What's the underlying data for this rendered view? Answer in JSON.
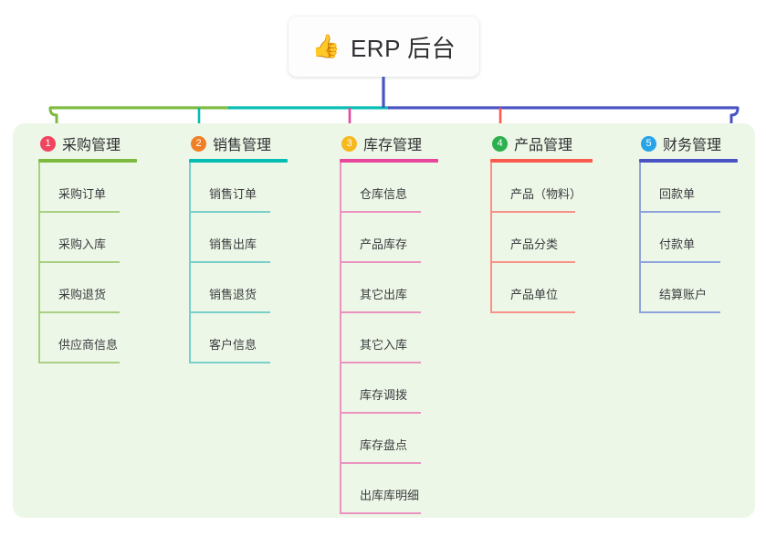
{
  "diagram": {
    "type": "mindmap",
    "root": {
      "icon": "thumbs-up-icon",
      "emoji": "👍",
      "label": "ERP 后台"
    },
    "panel_color": "#edf7e7",
    "bus_segments": [
      {
        "name": "green-segment",
        "color": "#7cbb3f"
      },
      {
        "name": "teal-segment",
        "color": "#05bdb2"
      },
      {
        "name": "blue-segment",
        "color": "#4a53c4"
      }
    ],
    "branches": [
      {
        "index": "1",
        "badge_color": "#f0445f",
        "rule_color": "#7cbb3f",
        "item_color": "#a8cf82",
        "drop_color": "#7cbb3f",
        "title": "采购管理",
        "items": [
          "采购订单",
          "采购入库",
          "采购退货",
          "供应商信息"
        ]
      },
      {
        "index": "2",
        "badge_color": "#f08026",
        "rule_color": "#05bdb2",
        "item_color": "#79cfc9",
        "drop_color": "#05bdb2",
        "title": "销售管理",
        "items": [
          "销售订单",
          "销售出库",
          "销售退货",
          "客户信息"
        ]
      },
      {
        "index": "3",
        "badge_color": "#f5b81f",
        "rule_color": "#e8469d",
        "item_color": "#eb93c0",
        "drop_color": "#e8469d",
        "title": "库存管理",
        "items": [
          "仓库信息",
          "产品库存",
          "其它出库",
          "其它入库",
          "库存调拨",
          "库存盘点",
          "出库库明细"
        ]
      },
      {
        "index": "4",
        "badge_color": "#2bb14d",
        "rule_color": "#fb5a4e",
        "item_color": "#f79289",
        "drop_color": "#fb5a4e",
        "title": "产品管理",
        "items": [
          "产品（物料）",
          "产品分类",
          "产品单位"
        ]
      },
      {
        "index": "5",
        "badge_color": "#27a3e8",
        "rule_color": "#4a53c4",
        "item_color": "#8ea3dc",
        "drop_color": "#4a53c4",
        "title": "财务管理",
        "items": [
          "回款单",
          "付款单",
          "结算账户"
        ]
      }
    ]
  }
}
